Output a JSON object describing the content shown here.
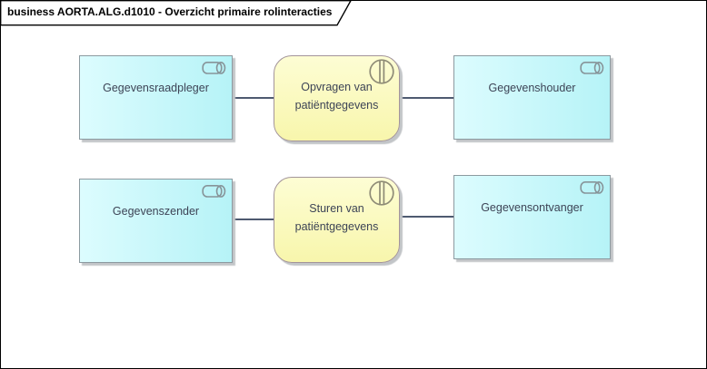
{
  "frame": {
    "title": "business AORTA.ALG.d1010 - Overzicht primaire rolinteracties"
  },
  "nodes": [
    {
      "label": "Gegevensraadpleger",
      "type": "business-role"
    },
    {
      "label": "Opvragen van patiëntgegevens",
      "type": "business-interaction"
    },
    {
      "label": "Gegevenshouder",
      "type": "business-role"
    },
    {
      "label": "Gegevenszender",
      "type": "business-role"
    },
    {
      "label": "Sturen van patiëntgegevens",
      "type": "business-interaction"
    },
    {
      "label": "Gegevensontvanger",
      "type": "business-role"
    }
  ],
  "connectors": [
    {
      "from": "Gegevensraadpleger",
      "to": "Opvragen van patiëntgegevens"
    },
    {
      "from": "Opvragen van patiëntgegevens",
      "to": "Gegevenshouder"
    },
    {
      "from": "Gegevenszender",
      "to": "Sturen van patiëntgegevens"
    },
    {
      "from": "Sturen van patiëntgegevens",
      "to": "Gegevensontvanger"
    }
  ],
  "colors": {
    "frame_border": "#000000",
    "role_fill": "#b6f3f7",
    "role_fill_light": "#dcfcfe",
    "role_border": "#8c9aa0",
    "role_icon": "#879499",
    "interaction_fill": "#f8f6ac",
    "interaction_fill_light": "#fdfdd4",
    "interaction_border": "#a3949a",
    "interaction_icon": "#8e8b76",
    "connector": "#4e5a70",
    "text": "#3d4456",
    "shadow": "#c2c5c8"
  }
}
